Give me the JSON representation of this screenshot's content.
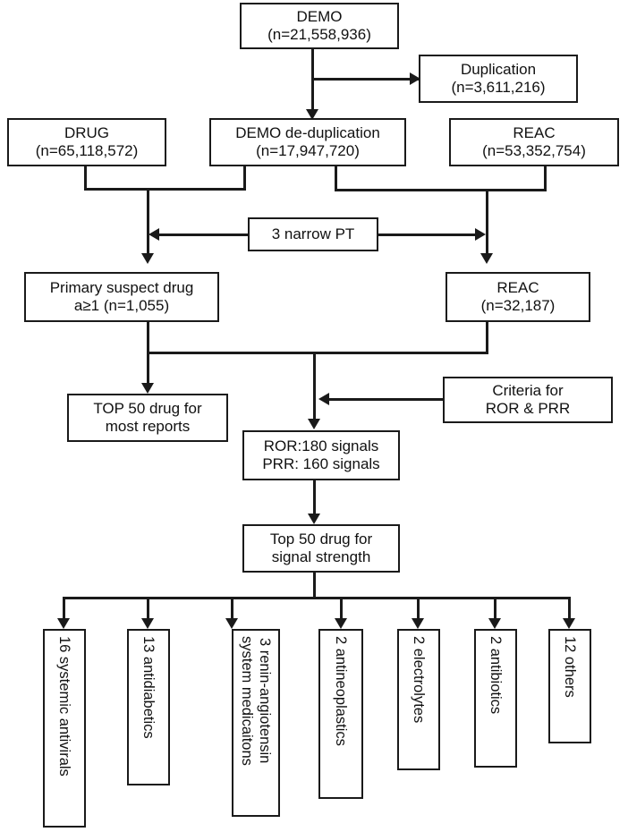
{
  "diagram": {
    "title": "FAERS database study flow diagram",
    "accent_color": "#1a1a1a",
    "background_color": "#ffffff"
  },
  "nodes": {
    "demo": "DEMO\n(n=21,558,936)",
    "duplication": "Duplication\n(n=3,611,216)",
    "drug": "DRUG\n(n=65,118,572)",
    "demo_dedup": "DEMO de-duplication\n(n=17,947,720)",
    "reac_top": "REAC\n(n=53,352,754)",
    "narrow_pt": "3 narrow PT",
    "primary_suspect": "Primary suspect drug\na≥1  (n=1,055)",
    "reac_mid": "REAC\n(n=32,187)",
    "top50_reports": "TOP 50 drug for\nmost reports",
    "criteria": "Criteria for\nROR & PRR",
    "signals": "ROR:180 signals\nPRR: 160 signals",
    "top50_signal": "Top 50 drug for\nsignal strength"
  },
  "categories": [
    {
      "label": "16 systemic antivirals",
      "count": 16
    },
    {
      "label": "13 antidiabetics",
      "count": 13
    },
    {
      "label": "3 renin-angiotensin\nsystem medicaitons",
      "count": 3
    },
    {
      "label": "2 antineoplastics",
      "count": 2
    },
    {
      "label": "2 electrolytes",
      "count": 2
    },
    {
      "label": "2 antibiotics",
      "count": 2
    },
    {
      "label": "12 others",
      "count": 12
    }
  ]
}
